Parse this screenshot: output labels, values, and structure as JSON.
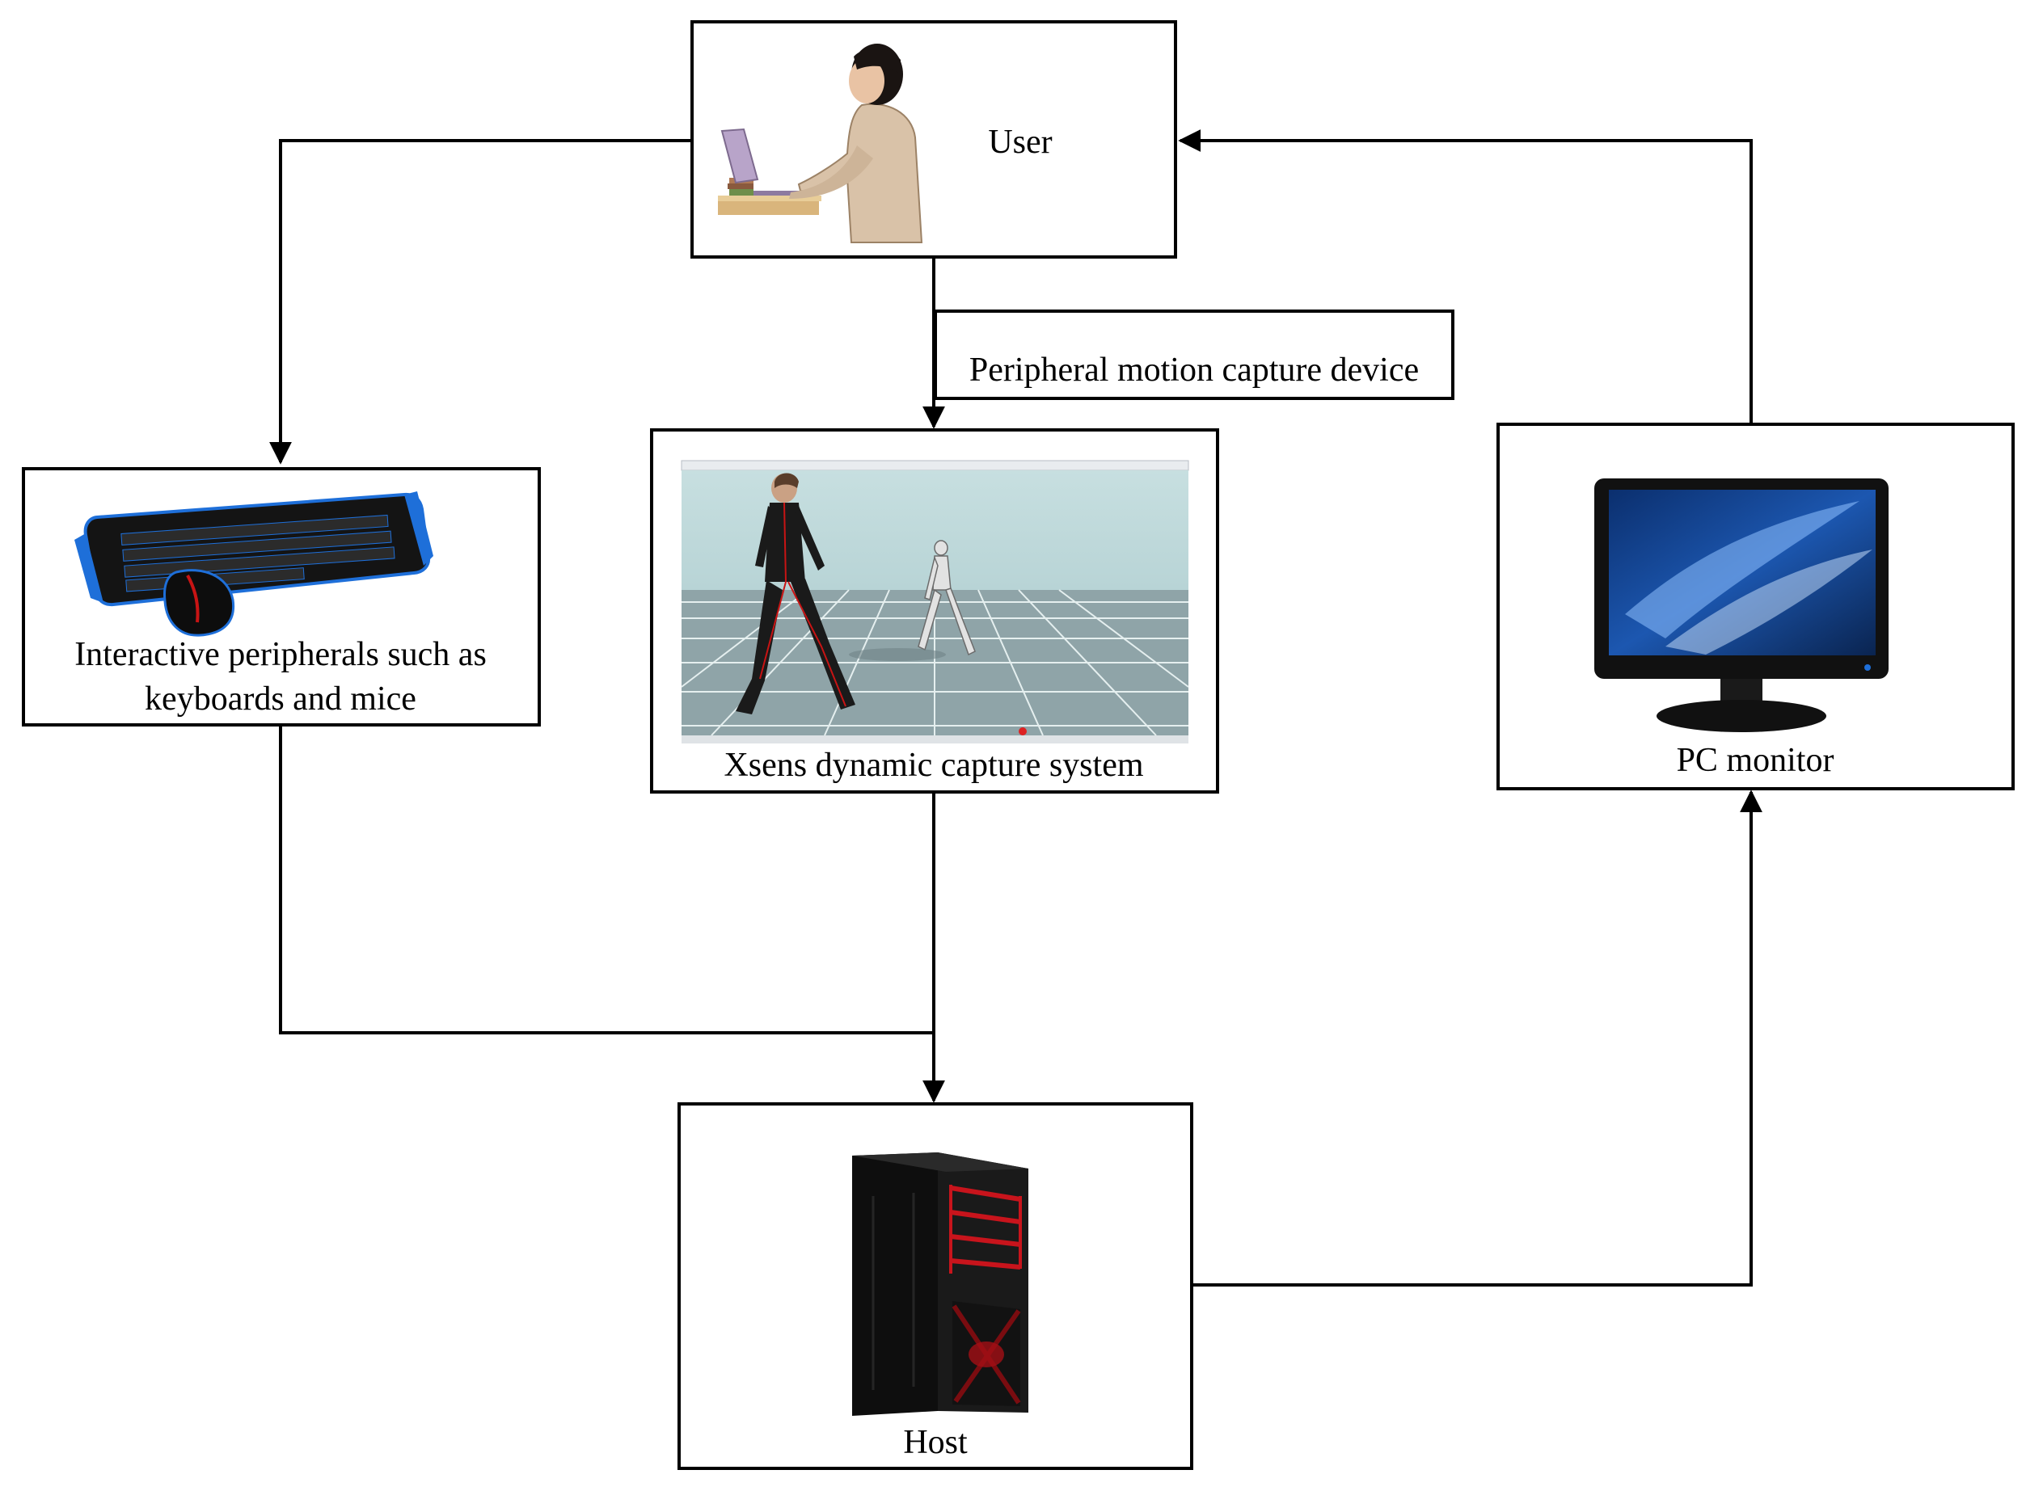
{
  "nodes": {
    "user": {
      "label": "User",
      "icon": "person-at-laptop-icon"
    },
    "peripheral_motion": {
      "label": "Peripheral motion capture device"
    },
    "keyboard": {
      "label_line1": "Interactive peripherals such as",
      "label_line2": "keyboards and mice",
      "icon": "keyboard-mouse-icon"
    },
    "xsens": {
      "label": "Xsens dynamic capture system",
      "icon": "motion-capture-screen-icon"
    },
    "monitor": {
      "label": "PC monitor",
      "icon": "monitor-icon"
    },
    "host": {
      "label": "Host",
      "icon": "pc-tower-icon"
    }
  },
  "colors": {
    "line": "#000000",
    "box_fill": "#ffffff",
    "keyboard_accent": "#1e6fd9",
    "mocap_floor": "#8fa4a8",
    "mocap_sky": "#c7dfe0",
    "monitor_screen": "#1c57b0",
    "host_accent": "#c8141c"
  }
}
